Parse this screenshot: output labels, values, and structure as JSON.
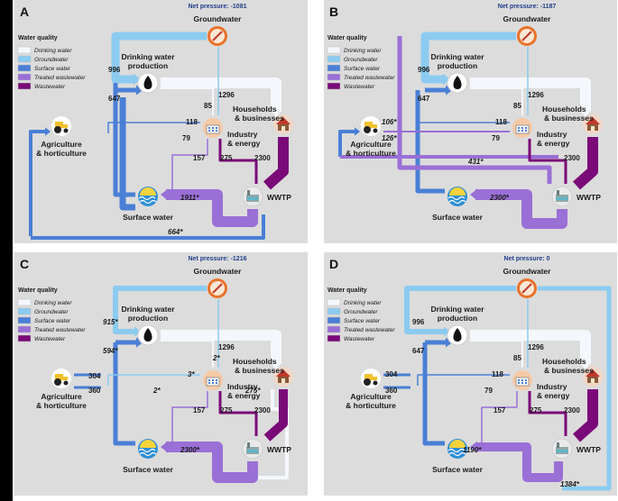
{
  "nodes": {
    "groundwater": "Groundwater",
    "drinking_water": [
      "Drinking water",
      "production"
    ],
    "households": [
      "Households",
      "& businesses"
    ],
    "industry": [
      "Industry",
      "& energy"
    ],
    "agriculture": [
      "Agriculture",
      "& horticulture"
    ],
    "wwtp": "WWTP",
    "surface_water": "Surface water"
  },
  "legend": {
    "title": "Water quality",
    "items": [
      {
        "label": "Drinking water",
        "color": "#f4f8fc"
      },
      {
        "label": "Groundwater",
        "color": "#8ccbf0"
      },
      {
        "label": "Surface water",
        "color": "#4a7fd6"
      },
      {
        "label": "Treated wastewater",
        "color": "#9a6fd6"
      },
      {
        "label": "Wastewater",
        "color": "#7a0a78"
      }
    ]
  },
  "colors": {
    "panel_bg": "#dcdcdc",
    "drinking": "#f4f8fc",
    "groundwater": "#8ccbf0",
    "surface": "#4a7fd6",
    "treated": "#9a6fd6",
    "wastewater": "#7a0a78"
  },
  "icons": [
    "groundwater-compass-icon",
    "drop-icon",
    "house-icon",
    "factory-icon",
    "tractor-icon",
    "wwtp-icon",
    "surface-water-icon"
  ],
  "scenarios": [
    {
      "letter": "A",
      "net_pressure": "Net pressure: -1081",
      "labels": [
        "996",
        "647",
        "1296",
        "85",
        "118",
        "79",
        "157",
        "275",
        "2300",
        "1911*",
        "664*"
      ]
    },
    {
      "letter": "B",
      "net_pressure": "Net pressure: -1187",
      "labels": [
        "996",
        "647",
        "1296",
        "85",
        "118",
        "79",
        "106*",
        "126*",
        "431*",
        "2300",
        "2300*"
      ]
    },
    {
      "letter": "C",
      "net_pressure": "Net pressure: -1216",
      "labels": [
        "915*",
        "594*",
        "1296",
        "2*",
        "3*",
        "2*",
        "275*",
        "304",
        "360",
        "157",
        "275",
        "2300",
        "2300*"
      ]
    },
    {
      "letter": "D",
      "net_pressure": "Net pressure: 0",
      "labels": [
        "996",
        "647",
        "1296",
        "85",
        "118",
        "79",
        "304",
        "360",
        "157",
        "275",
        "2300",
        "1190*",
        "1384*"
      ]
    }
  ]
}
